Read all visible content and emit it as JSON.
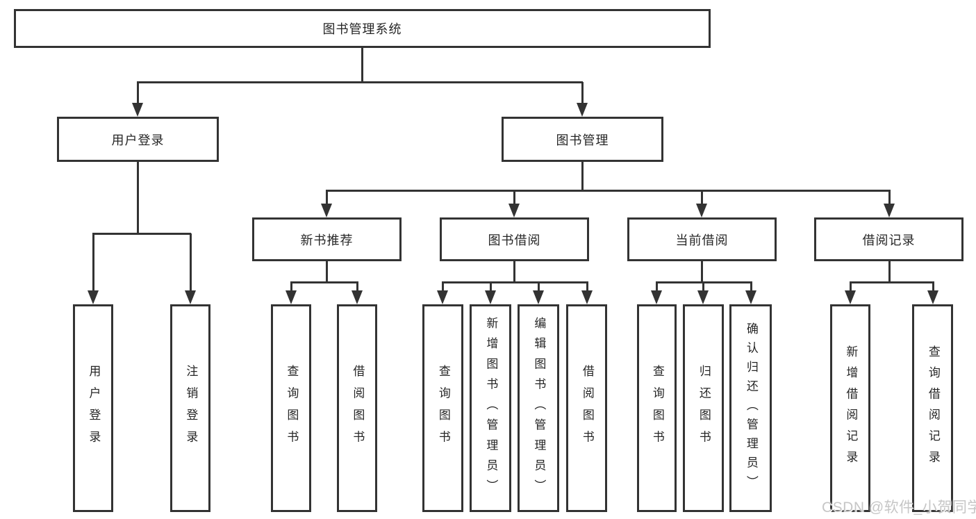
{
  "diagram": {
    "root": {
      "label": "图书管理系统"
    },
    "level2": {
      "user_login": {
        "label": "用户登录"
      },
      "book_management": {
        "label": "图书管理"
      }
    },
    "level3": {
      "new_book_recommend": {
        "label": "新书推荐"
      },
      "book_borrow": {
        "label": "图书借阅"
      },
      "current_borrow": {
        "label": "当前借阅"
      },
      "borrow_records": {
        "label": "借阅记录"
      }
    },
    "leaves": {
      "user_login_action": {
        "label": "用户登录"
      },
      "logout_action": {
        "label": "注销登录"
      },
      "recommend_query_books": {
        "label": "查询图书"
      },
      "recommend_borrow_books": {
        "label": "借阅图书"
      },
      "borrow_query_books": {
        "label": "查询图书"
      },
      "borrow_add_books_admin": {
        "label": "新增图书（管理员）"
      },
      "borrow_edit_books_admin": {
        "label": "编辑图书（管理员）"
      },
      "borrow_borrow_books": {
        "label": "借阅图书"
      },
      "current_query_books": {
        "label": "查询图书"
      },
      "current_return_books": {
        "label": "归还图书"
      },
      "current_confirm_return_admin": {
        "label": "确认归还（管理员）"
      },
      "records_add_record": {
        "label": "新增借阅记录"
      },
      "records_query_record": {
        "label": "查询借阅记录"
      }
    }
  },
  "watermark": {
    "text": "CSDN @软件_小贺同学"
  },
  "colors": {
    "line": "#333333",
    "text": "#262626",
    "box_bg": "#ffffff",
    "watermark": "#c6c6c6"
  }
}
